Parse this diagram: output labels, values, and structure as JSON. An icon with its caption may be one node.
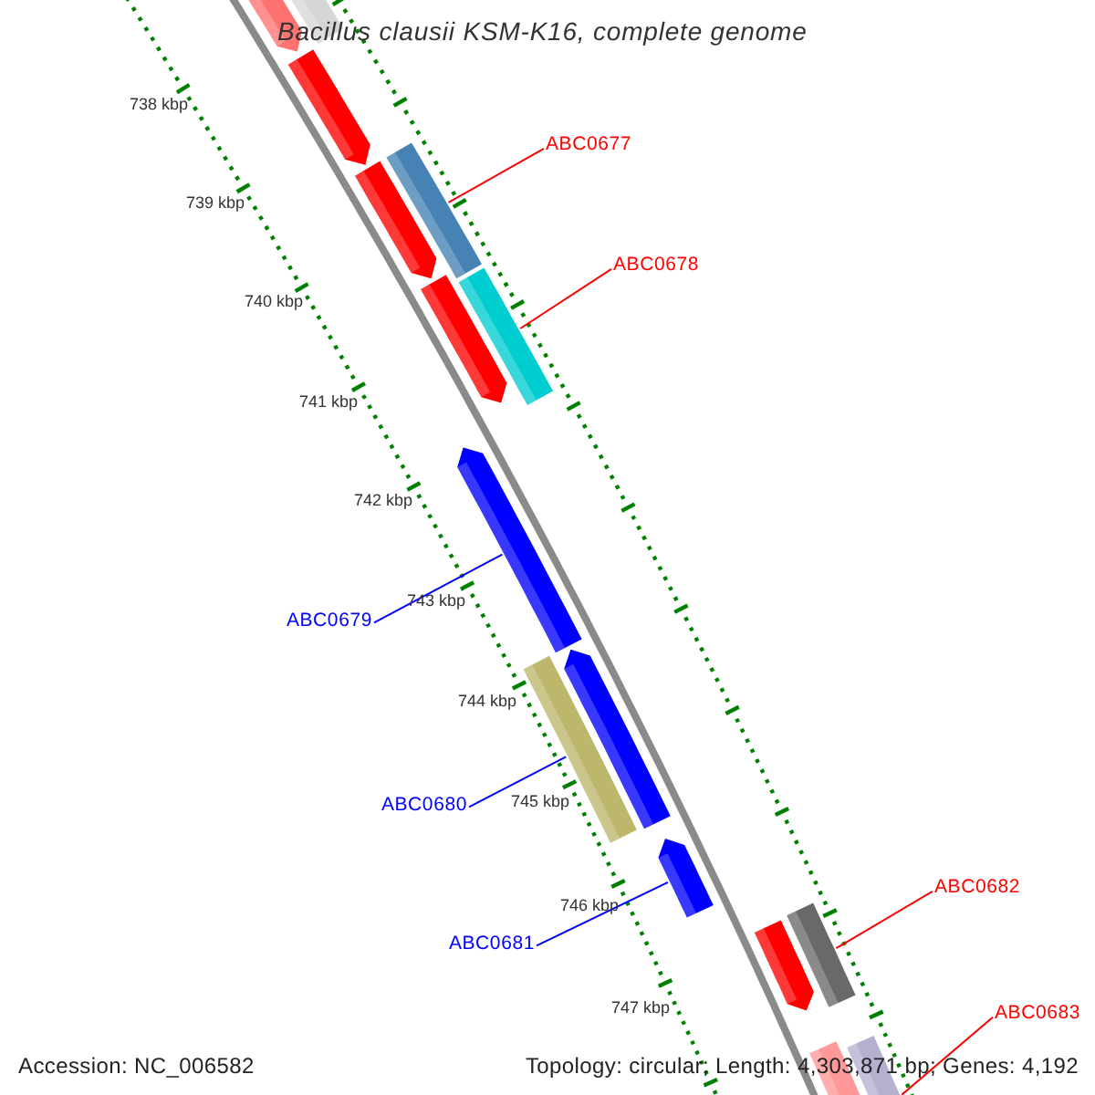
{
  "diagram": {
    "title": "Bacillus clausii KSM-K16, complete genome",
    "nodes": [
      {
        "text": [],
        "shape": "arrow"
      },
      {
        "text": [],
        "shape": "bar"
      },
      {
        "text": [],
        "shape": "arrow"
      },
      {
        "text": [
          "ABC0677"
        ]
      },
      {
        "text": [],
        "shape": "bar"
      },
      {
        "text": [],
        "shape": "arrow"
      },
      {
        "text": [
          "ABC0678"
        ]
      },
      {
        "text": [],
        "shape": "bar"
      },
      {
        "text": [],
        "shape": "arrow"
      },
      {
        "text": [],
        "shape": "arrow"
      },
      {
        "text": [
          "ABC0679"
        ]
      },
      {
        "text": [],
        "shape": "arrow"
      },
      {
        "text": [],
        "shape": "bar"
      },
      {
        "text": [
          "ABC0680"
        ]
      },
      {
        "text": [],
        "shape": "arrow"
      },
      {
        "text": [
          "ABC0681"
        ]
      },
      {
        "text": [
          "ABC0682"
        ]
      },
      {
        "text": [],
        "shape": "bar"
      },
      {
        "text": [],
        "shape": "arrow"
      },
      {
        "text": [
          "ABC0683"
        ]
      },
      {
        "text": [],
        "shape": "bar"
      },
      {
        "text": [],
        "shape": "bar"
      }
    ],
    "edges": [
      {
        "from": 3,
        "to": 4,
        "arrow": "none"
      },
      {
        "from": 6,
        "to": 7,
        "arrow": "none"
      },
      {
        "from": 10,
        "to": 9,
        "arrow": "none",
        "color": "#0000ff"
      },
      {
        "from": 13,
        "to": 12,
        "arrow": "none",
        "color": "#0000ff"
      },
      {
        "from": 15,
        "to": 14,
        "arrow": "none",
        "color": "#0000ff"
      },
      {
        "from": 16,
        "to": 17,
        "arrow": "none"
      },
      {
        "from": 19,
        "to": 20,
        "arrow": "none"
      }
    ],
    "labels": [
      "738 kbp",
      "739 kbp",
      "740 kbp",
      "741 kbp",
      "742 kbp",
      "743 kbp",
      "744 kbp",
      "745 kbp",
      "746 kbp",
      "747 kbp",
      "Accession: NC_006582",
      "Topology: circular; Length: 4,303,871 bp; Genes: 4,192"
    ]
  }
}
